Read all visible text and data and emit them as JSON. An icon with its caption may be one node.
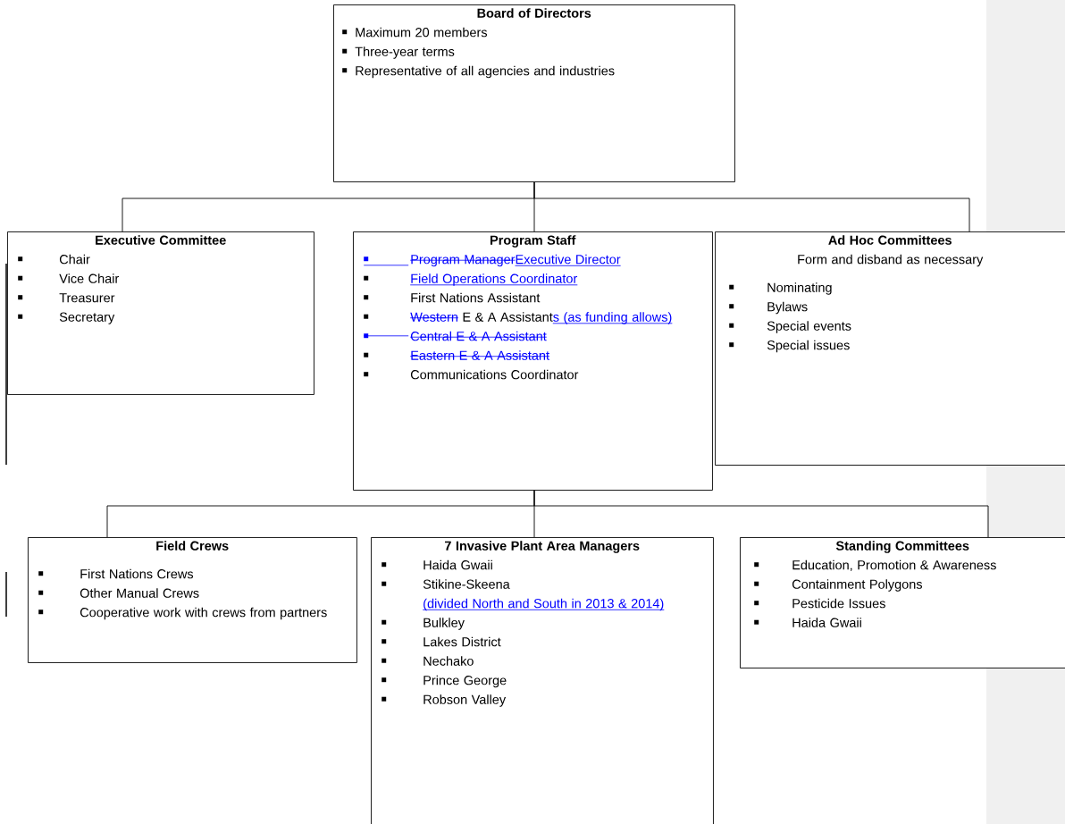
{
  "diagram": {
    "nodes": [
      {
        "text": [
          "Board of Directors",
          "Maximum 20 members",
          "Three-year terms",
          "Representative of all agencies and industries"
        ]
      },
      {
        "text": [
          "Executive Committee",
          "Chair",
          "Vice Chair",
          "Treasurer",
          "Secretary"
        ]
      },
      {
        "text": [
          "Program Staff",
          "Program Manager",
          "Executive Director",
          "Field Operations Coordinator",
          "First Nations Assistant",
          "Western",
          "E & A Assistant",
          "s (as funding allows)",
          "Central E & A Assistant",
          "Eastern E & A Assistant",
          "Communications Coordinator"
        ]
      },
      {
        "text": [
          "Ad Hoc Committees",
          "Form and disband as necessary",
          "Nominating",
          "Bylaws",
          "Special events",
          "Special issues"
        ]
      },
      {
        "text": [
          "Field Crews",
          "First Nations Crews",
          "Other Manual Crews",
          "Cooperative work with crews from partners"
        ]
      },
      {
        "text": [
          "7 Invasive Plant Area Managers",
          "Haida Gwaii",
          "Stikine-Skeena",
          "(divided North and South in 2013 & 2014)",
          "Bulkley",
          "Lakes District",
          "Nechako",
          "Prince George",
          "Robson Valley"
        ]
      },
      {
        "text": [
          "Standing Committees",
          "Education, Promotion & Awareness",
          "Containment Polygons",
          "Pesticide Issues",
          "Haida Gwaii"
        ]
      }
    ],
    "edges": [
      {
        "from": 0,
        "to": 1,
        "arrow": "none"
      },
      {
        "from": 0,
        "to": 2,
        "arrow": "none"
      },
      {
        "from": 0,
        "to": 3,
        "arrow": "none"
      },
      {
        "from": 2,
        "to": 4,
        "arrow": "none"
      },
      {
        "from": 2,
        "to": 5,
        "arrow": "none"
      },
      {
        "from": 2,
        "to": 6,
        "arrow": "none"
      }
    ]
  }
}
